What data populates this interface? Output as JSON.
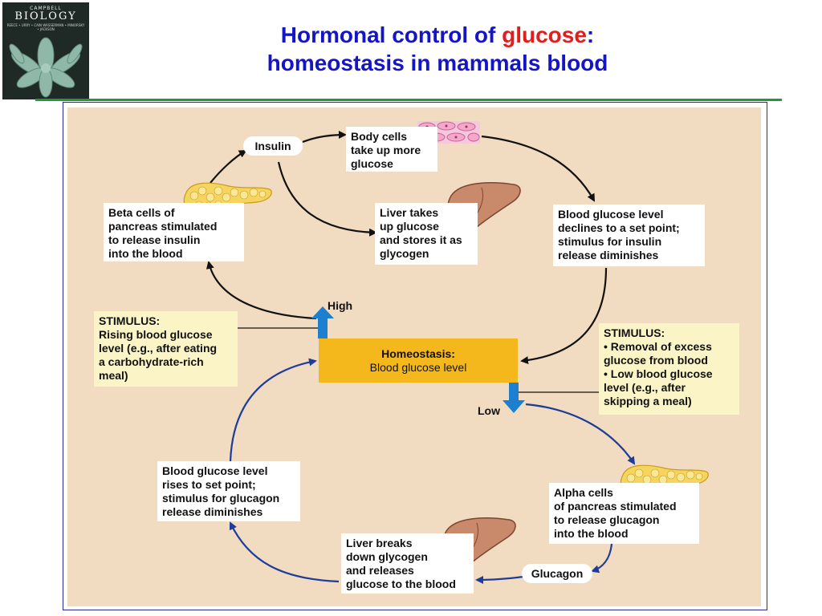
{
  "book": {
    "publisher": "CAMPBELL",
    "title": "BIOLOGY",
    "authors": "REECE • URRY • CAIN WASSERMAN • MINORSKY • JACKSON",
    "cover_colors": {
      "background": "#1f2a26",
      "plant": "#8fb8a8"
    }
  },
  "slide_title": {
    "part1": "Hormonal control of ",
    "highlight": "glucose",
    "part2": ":",
    "line2": "homeostasis in mammals blood",
    "color": "#1515c8",
    "highlight_color": "#e01e1e"
  },
  "diagram": {
    "insulin_label": "Insulin",
    "glucagon_label": "Glucagon",
    "high_label": "High",
    "low_label": "Low",
    "homeostasis": {
      "heading": "Homeostasis:",
      "subtitle": "Blood glucose level"
    },
    "boxes": {
      "body_cells": "Body cells\ntake up more\nglucose",
      "liver_takes": "Liver takes\nup glucose\nand stores it as\nglycogen",
      "beta_cells": "Beta cells of\npancreas stimulated\nto release insulin\ninto the blood",
      "glucose_declines": "Blood glucose level\ndeclines to a set point;\nstimulus for insulin\nrelease diminishes",
      "stimulus_high": "STIMULUS:\nRising blood glucose\nlevel (e.g., after eating\na carbohydrate-rich\nmeal)",
      "stimulus_low": "STIMULUS:\n• Removal of excess\n   glucose from blood\n• Low blood glucose\n   level (e.g., after\n   skipping a meal)",
      "glucose_rises": "Blood glucose level\nrises to set point;\nstimulus for glucagon\nrelease diminishes",
      "alpha_cells": "Alpha cells\nof pancreas stimulated\nto release glucagon\ninto the blood",
      "liver_breaks": "Liver breaks\ndown glycogen\nand releases\nglucose to the blood"
    },
    "icons": [
      "pancreas-icon",
      "liver-icon",
      "body-cells-icon",
      "up-arrow-icon",
      "down-arrow-icon"
    ],
    "colors": {
      "background": "#f1dcc1",
      "homeostasis_box": "#f5b81c",
      "stimulus_box": "#fbf4c6",
      "insulin_arrows": "#111111",
      "glucagon_arrows": "#1d3d99",
      "indicator_arrows": "#1d7fd0",
      "frame": "#2a2a9c",
      "rule": "#1e9a3e"
    }
  }
}
